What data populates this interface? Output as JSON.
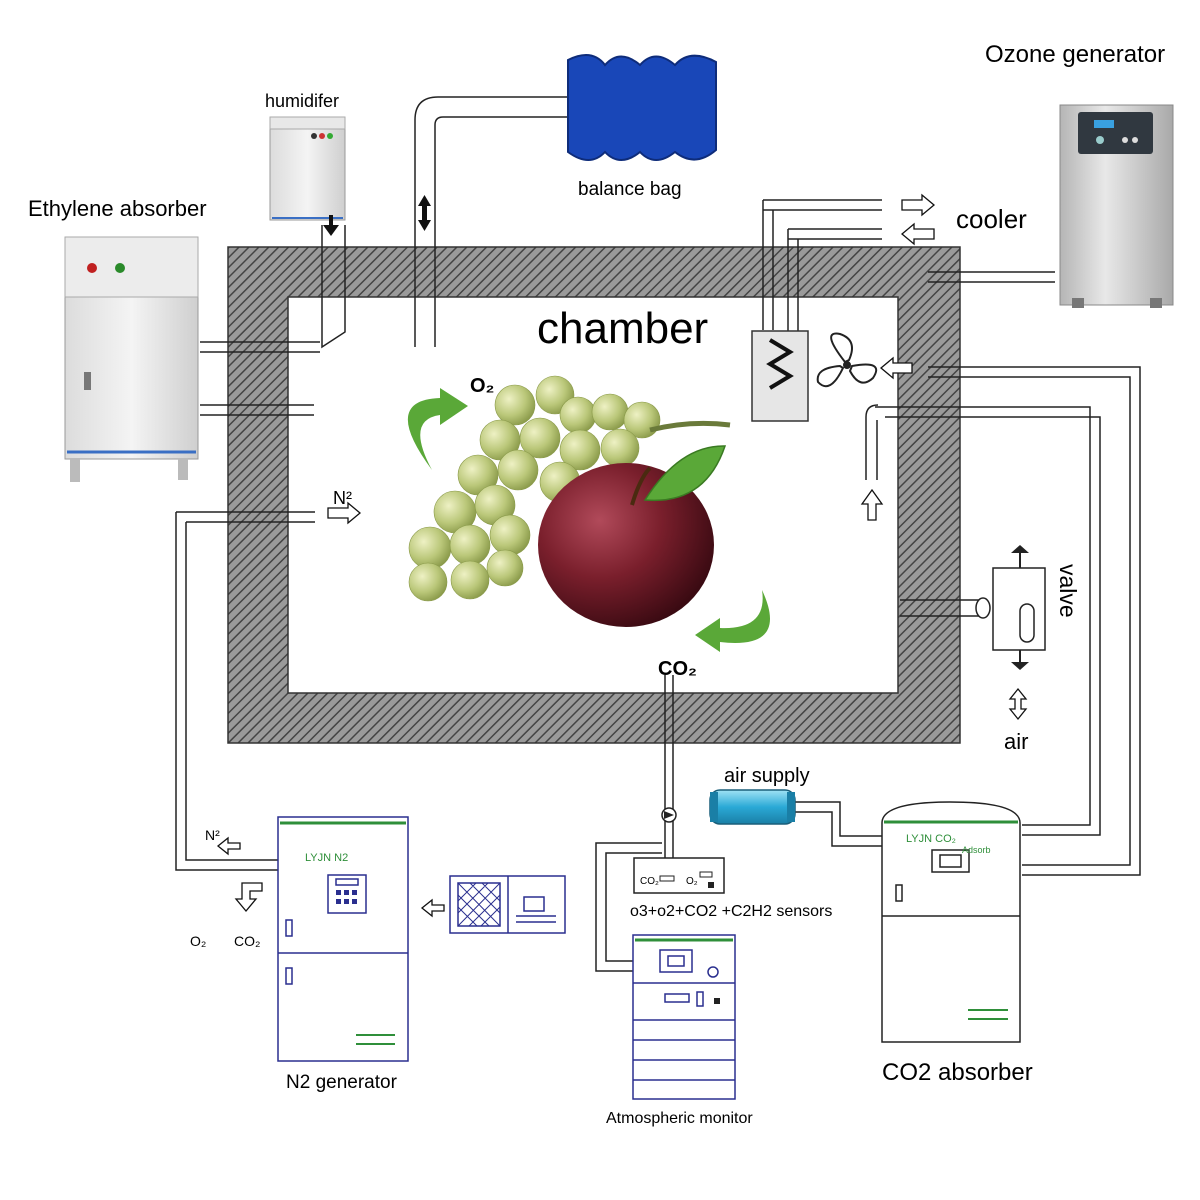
{
  "labels": {
    "humidifier": "humidifer",
    "balance_bag": "balance bag",
    "ozone_generator": "Ozone generator",
    "ethylene_absorber": "Ethylene absorber",
    "cooler": "cooler",
    "chamber": "chamber",
    "o2_in": "O₂",
    "n2_in": "N²",
    "co2_out": "CO₂",
    "valve": "valve",
    "air": "air",
    "air_supply": "air supply",
    "sensors": "o3+o2+CO2 +C2H2 sensors",
    "atmospheric_monitor": "Atmospheric monitor",
    "n2_generator": "N2 generator",
    "co2_absorber": "CO2 absorber",
    "n2_exit": "N²",
    "o2_exhaust": "O₂",
    "co2_exhaust": "CO₂",
    "n2_gen_brand": "LYJN  N2",
    "co2_abs_brand": "LYJN  CO₂",
    "co2_abs_sub": "Adsorb",
    "sensor_co2": "CO₂",
    "sensor_o2": "O₂"
  },
  "colors": {
    "balance_bag": "#1947b8",
    "air_supply_tank": "#2aa9d6",
    "wall_hatch": "#555555",
    "green_arrow": "#5aa838",
    "apple": "#7a1f2c",
    "grape": "#b9c77a",
    "device_green": "#2f8f3a",
    "device_blue": "#2a2f8f"
  },
  "icons": [
    "double-arrow-icon",
    "fan-icon",
    "coil-icon",
    "valve-icon",
    "curved-arrow-icon",
    "control-panel-icon",
    "filter-icon"
  ]
}
